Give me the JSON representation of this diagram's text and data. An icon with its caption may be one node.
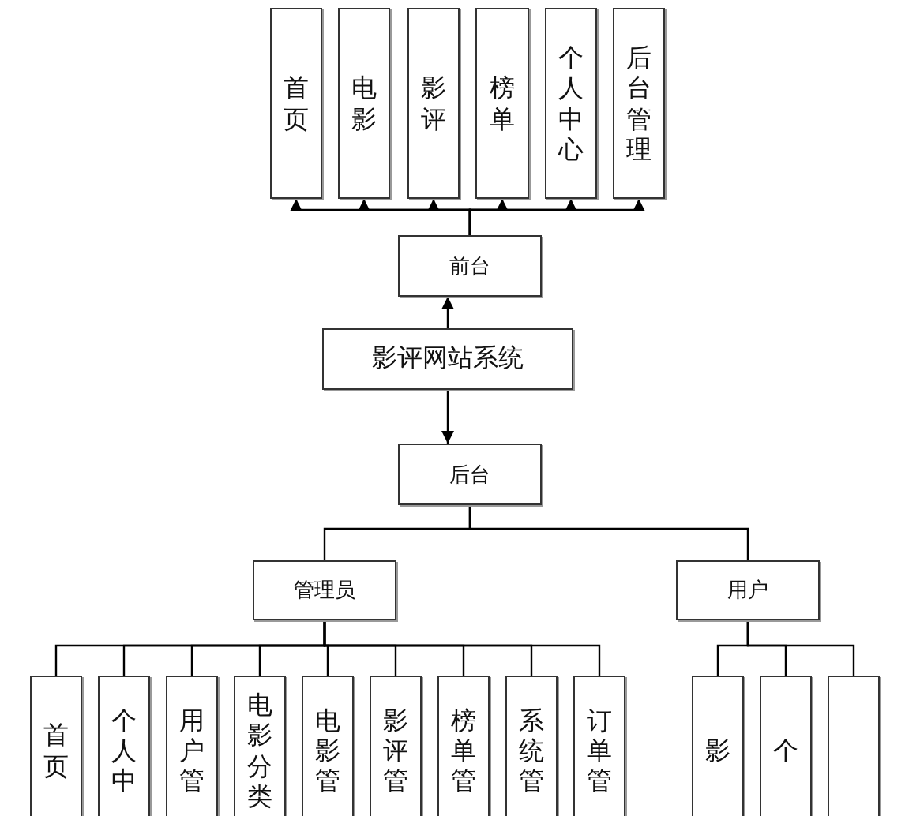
{
  "diagram": {
    "nodes": [
      {
        "text": [
          "首页"
        ]
      },
      {
        "text": [
          "电影"
        ]
      },
      {
        "text": [
          "影评"
        ]
      },
      {
        "text": [
          "榜单"
        ]
      },
      {
        "text": [
          "个人中心"
        ]
      },
      {
        "text": [
          "后台管理"
        ]
      },
      {
        "text": [
          "前台"
        ]
      },
      {
        "text": [
          "影评网站系统"
        ]
      },
      {
        "text": [
          "后台"
        ]
      },
      {
        "text": [
          "管理员"
        ]
      },
      {
        "text": [
          "用户"
        ]
      },
      {
        "text": [
          "首页"
        ]
      },
      {
        "text": [
          "个人中"
        ]
      },
      {
        "text": [
          "用户管"
        ]
      },
      {
        "text": [
          "电影分类"
        ]
      },
      {
        "text": [
          "电影管"
        ]
      },
      {
        "text": [
          "影评管"
        ]
      },
      {
        "text": [
          "榜单管"
        ]
      },
      {
        "text": [
          "系统管"
        ]
      },
      {
        "text": [
          "订单管"
        ]
      },
      {
        "text": [
          "影"
        ]
      },
      {
        "text": [
          "个"
        ]
      },
      {
        "text": [],
        "shape": "box"
      }
    ],
    "edges": [
      {
        "from": 6,
        "to": 0,
        "arrow": "to"
      },
      {
        "from": 6,
        "to": 1,
        "arrow": "to"
      },
      {
        "from": 6,
        "to": 2,
        "arrow": "to"
      },
      {
        "from": 6,
        "to": 3,
        "arrow": "to"
      },
      {
        "from": 6,
        "to": 4,
        "arrow": "to"
      },
      {
        "from": 6,
        "to": 5,
        "arrow": "to"
      },
      {
        "from": 7,
        "to": 6,
        "arrow": "to"
      },
      {
        "from": 7,
        "to": 8,
        "arrow": "to"
      },
      {
        "from": 8,
        "to": 9,
        "arrow": "none"
      },
      {
        "from": 8,
        "to": 10,
        "arrow": "none"
      },
      {
        "from": 9,
        "to": 11,
        "arrow": "none"
      },
      {
        "from": 9,
        "to": 12,
        "arrow": "none"
      },
      {
        "from": 9,
        "to": 13,
        "arrow": "none"
      },
      {
        "from": 9,
        "to": 14,
        "arrow": "none"
      },
      {
        "from": 9,
        "to": 15,
        "arrow": "none"
      },
      {
        "from": 9,
        "to": 16,
        "arrow": "none"
      },
      {
        "from": 9,
        "to": 17,
        "arrow": "none"
      },
      {
        "from": 9,
        "to": 18,
        "arrow": "none"
      },
      {
        "from": 9,
        "to": 19,
        "arrow": "none"
      },
      {
        "from": 10,
        "to": 20,
        "arrow": "none"
      },
      {
        "from": 10,
        "to": 21,
        "arrow": "none"
      },
      {
        "from": 10,
        "to": 22,
        "arrow": "none"
      }
    ]
  }
}
